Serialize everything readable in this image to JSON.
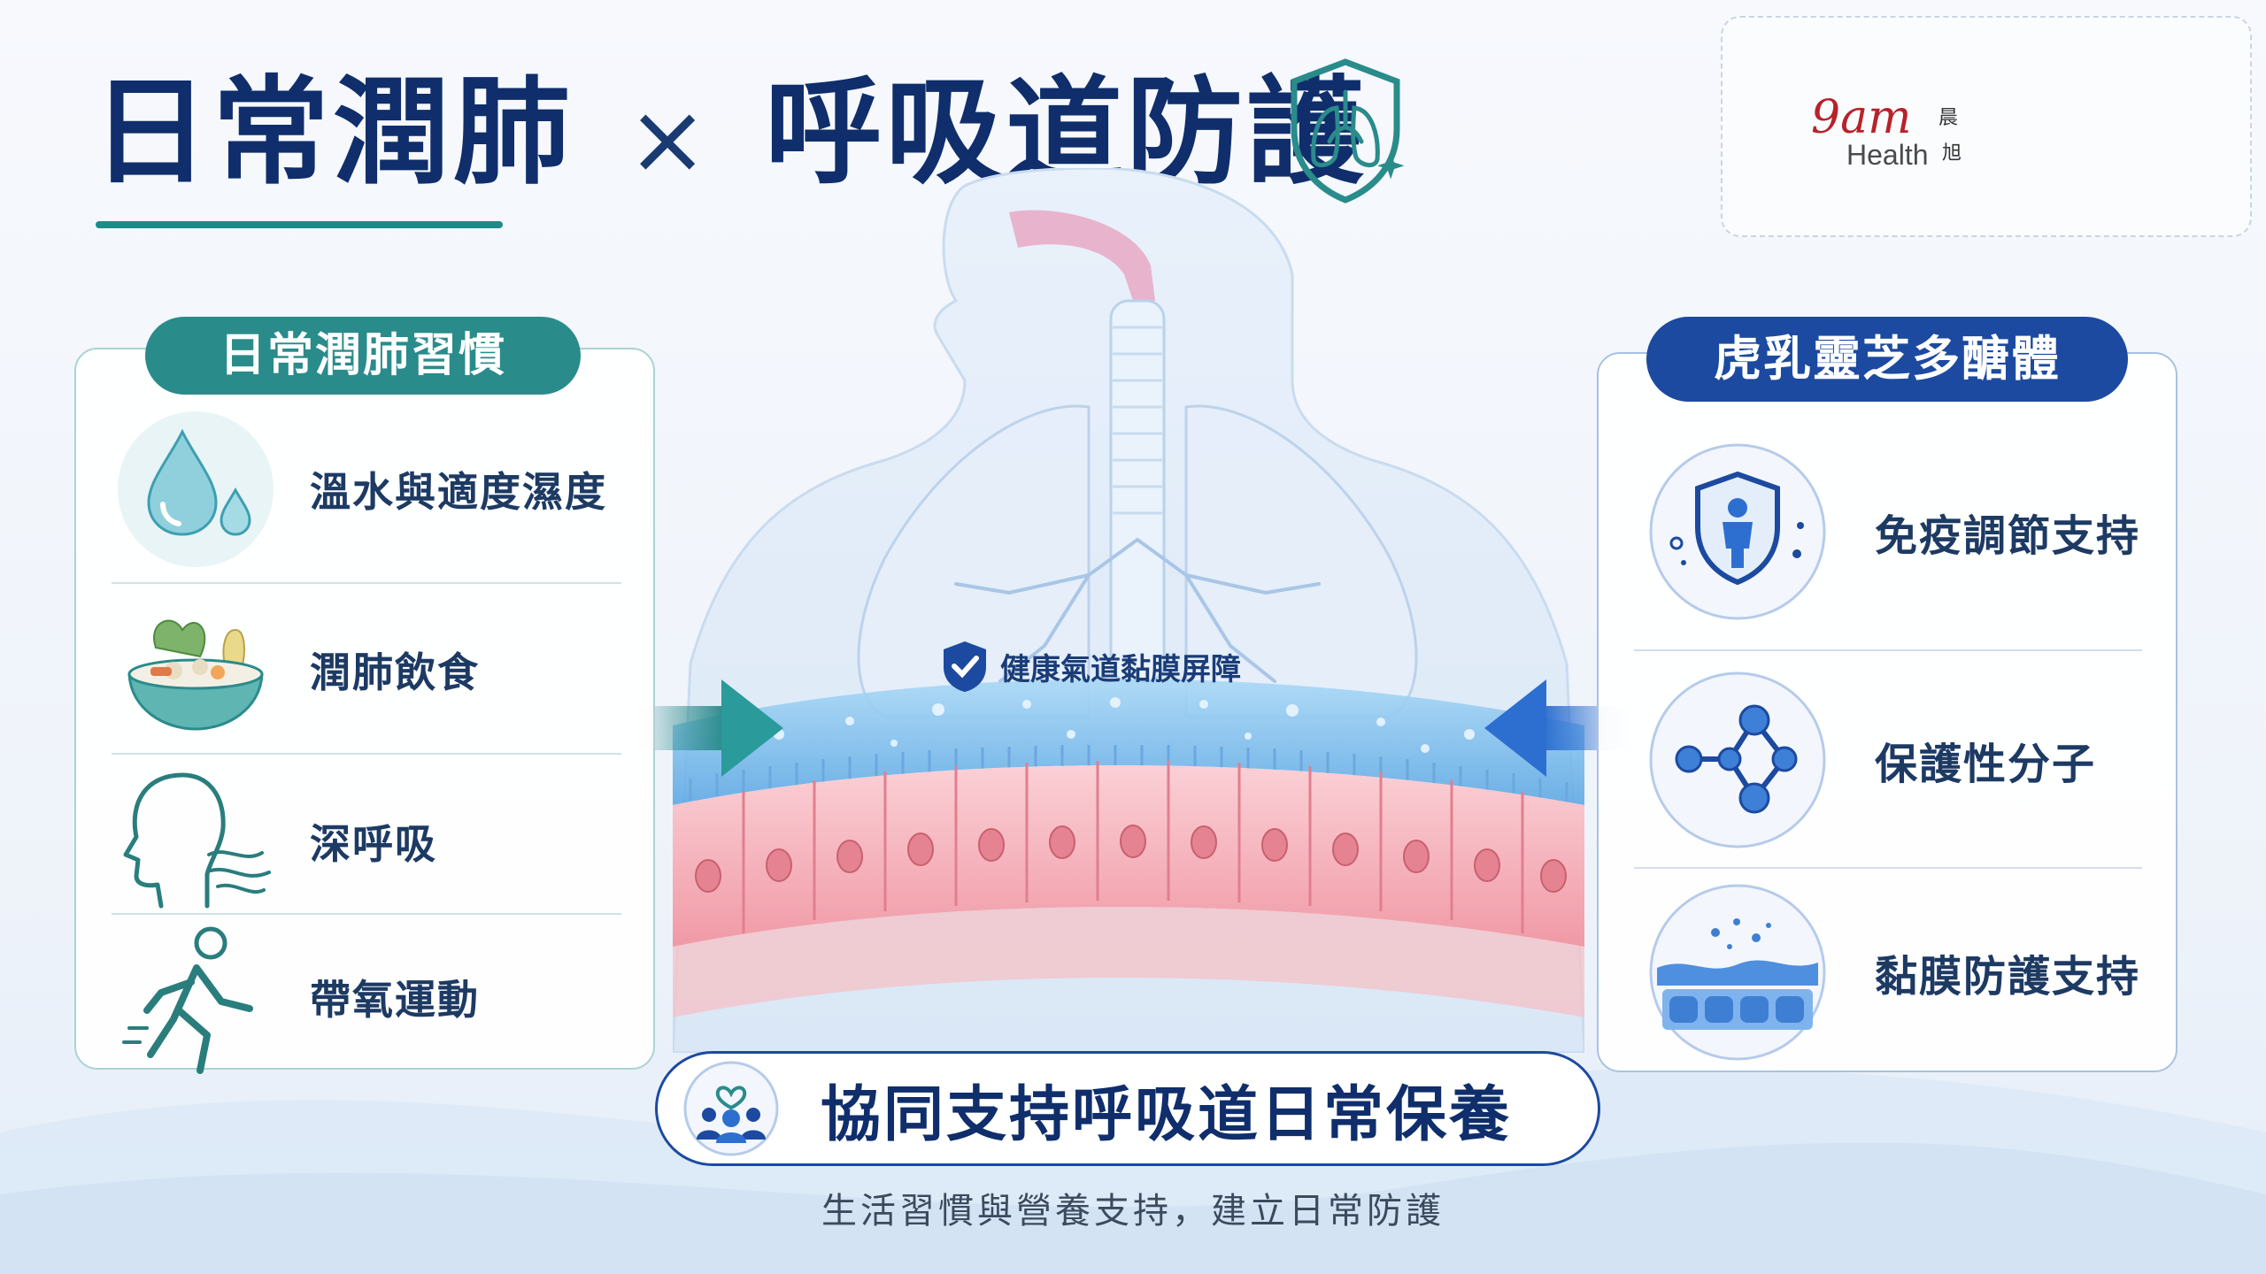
{
  "header": {
    "title_part1": "日常潤肺",
    "title_times": "×",
    "title_part2": "呼吸道防護",
    "shield_icon": "lung-shield-icon"
  },
  "brand": {
    "logo_text": "9am",
    "logo_subtext": "Health",
    "logo_chinese_1": "晨",
    "logo_chinese_2": "旭"
  },
  "left_panel": {
    "title": "日常潤肺習慣",
    "items": [
      {
        "label": "溫水與適度濕度",
        "icon": "water-drop-icon"
      },
      {
        "label": "潤肺飲食",
        "icon": "food-bowl-icon"
      },
      {
        "label": "深呼吸",
        "icon": "breathing-face-icon"
      },
      {
        "label": "帶氧運動",
        "icon": "running-person-icon"
      }
    ]
  },
  "right_panel": {
    "title": "虎乳靈芝多醣體",
    "items": [
      {
        "label": "免疫調節支持",
        "icon": "immune-shield-icon"
      },
      {
        "label": "保護性分子",
        "icon": "molecule-icon"
      },
      {
        "label": "黏膜防護支持",
        "icon": "mucosa-layer-icon"
      }
    ]
  },
  "center": {
    "barrier_label": "健康氣道黏膜屏障",
    "synergy_text": "協同支持呼吸道日常保養",
    "synergy_icon": "community-heart-icon",
    "subtitle": "生活習慣與營養支持，建立日常防護"
  },
  "colors": {
    "navy": "#0f2e6b",
    "teal": "#2a8b8b",
    "royal_blue": "#1c4aa0",
    "tissue_pink": "#f2aab2",
    "mucus_blue": "#8cc6ee"
  }
}
